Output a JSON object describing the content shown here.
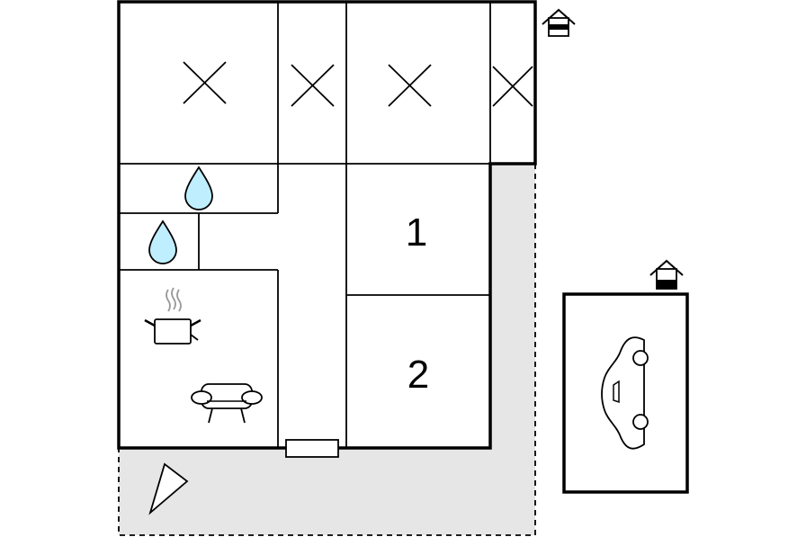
{
  "plan": {
    "rooms": [
      {
        "id": "bedroom-1",
        "label": "1"
      },
      {
        "id": "bedroom-2",
        "label": "2"
      }
    ],
    "icons": {
      "not_accessible": "cross-icon",
      "bathroom": "water-drop-icon",
      "kitchen": "cooking-pot-icon",
      "living": "sofa-icon",
      "garage": "car-icon",
      "entrance": "house-icon",
      "terrace": "paved-area",
      "view": "view-cone-icon"
    },
    "colors": {
      "wall": "#000000",
      "terrace": "#e6e6e6",
      "water": "#bfeeff"
    }
  }
}
